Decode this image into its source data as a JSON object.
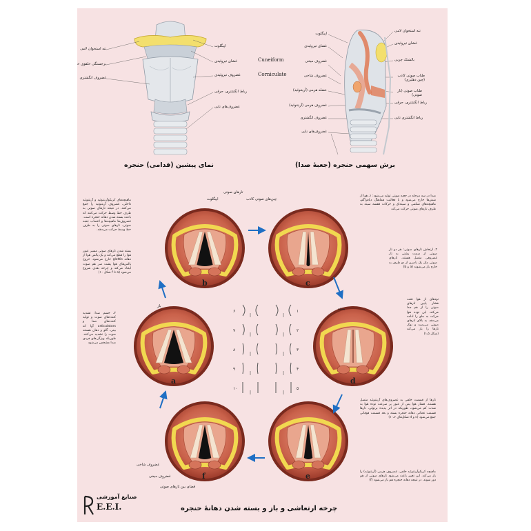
{
  "titles": {
    "front": "نمای پیشین (قدامی) حنجره",
    "sagittal": "برش سهمی حنجره (جعبهٔ صدا)",
    "cycle": "چرخه ارتعاشی و باز و بسته شدن دهانهٔ حنجره"
  },
  "front_labels": {
    "hyoid": "تنه استخوان لامی",
    "cricothyroid_lig": "برجستگی حلقوی حنجره",
    "cricoid_left": "غضروف انگشتری",
    "epiglottis": "اپیگلوت",
    "thyrohyoid_membrane": "غشای تیروئیدی",
    "thyroid_cartilage": "غضروف تیروئیدی",
    "cricothyroid": "رباط انگشتری، حرقی",
    "tracheal": "غضروف‌های نایی"
  },
  "sagittal_labels": {
    "epiglottis": "اپیگلوت",
    "thyroid_membrane": "غشای تیروئیدی",
    "cuneiform_fa": "غضروف میخی",
    "cuneiform_en": "Cuneiform",
    "corniculate_fa": "غضروف شاخی",
    "corniculate_en": "Corniculate",
    "arytenoid_muscle": "عضله هرمی (آریتنوئید)",
    "arytenoid": "غضروف هرمی (آریتنوئید)",
    "cricoid": "غضروف انگشتری",
    "tracheal": "غضروف‌های نایی",
    "hyoid": "تنه استخوان لامی",
    "thyrohyoid": "غشای تیروئیدی",
    "fat_pad": "بالشتک چربی",
    "false_cords": "طناب صوتی کاذب (چین دهلیزی)",
    "true_cords": "طناب صوتی (تار صوتی)",
    "cricothyroid_lig": "رباط انگشتری، حرقی",
    "cricotracheal": "رباط انگشتری نایی"
  },
  "circle_labels": {
    "epiglottis": "اپیگلوت",
    "vocal_folds": "تارهای صوتی",
    "false_folds": "چین‌های صوتی کاذب",
    "open": "باز",
    "closed": "بسته",
    "corniculate": "غضروف شاخی",
    "cuneiform": "غضروف میخی",
    "glottis_space": "فضای بین تارهای صوتی"
  },
  "circles": {
    "a": "a",
    "b": "b",
    "c": "c",
    "d": "d",
    "e": "e",
    "f": "f"
  },
  "cycle_numbers": [
    "۱",
    "۲",
    "۳",
    "۴",
    "۵",
    "۶",
    "۷",
    "۸",
    "۹",
    "۱۰"
  ],
  "paragraphs": {
    "top_left": "ماهیچه‌های کریکوآریتنوئید و آریتنوئید داخلی، غضروف آریتنوئید را جمع می‌کنند. در نتیجه تارهای صوتی به طرف خط وسط حرکت می‌کنند که باعث بسته شدن دهانه حنجره است. غضروف‌ها ماهیچه‌ها و اعصاب جعبه صوتی، تارهای صوتی را به طرف خط وسط حرکت می‌دهند.",
    "mid_left": "بسته شدن تارهای صوتی مسیر عبور هوا را قطع می‌کند و یک پالس هوا از دهانه glottis خارج می‌شود. خروج پالس‌های هوا پشت سر هم صوت ایجاد می‌کند و چرخه بعدی شروع می‌شود (a تا f شکل ۱۰)",
    "lower_left": "۳ـ جسم صدا: تشدید کننده‌های صوت و تولید کننده‌های صدا و articulators آوا که بینی، گلو و دهان هستند صوت را تشدید می‌کنند. طوریکه ویژگی‌های فردی صدا مشخص می‌شود",
    "top_right": "صدا در سه مرحله در جعبه صوتی تولید می‌شود: ۱ـ هوا از شش‌ها خارج می‌شود و با فعالیت هماهنگ دیافراگم، ماهیچه‌های شکمی و سینه‌ای و حرکات قفسه سینه به طرف تارهای صوتی حرکت می‌کند",
    "mid_right": "۲ـ ارتعاش تارهای صوتی: هر دو تار صوتی از سمت پشتی به تار غضروفی متصل هستند. تارهای صوتی مثل یک بادبزن از دو طرف به خارج باز می‌شوند (a و b)",
    "lower_mid_right": "تودهای از هوا تحت فشار پایین تارهای صوتی را از هم جدا می‌کند. این توده هوا حرکت به جلو را ادامه می‌دهد، به بالای تارهای صوتی می‌رسد و نوک تارها را باز می‌کند (شکل ۵ـ۱)",
    "right_lower": "تارها از قسمت خلفی به غضروف‌های آریتنوئید متصل هستند. فشار هوا پس از عبور پر سرعت توده هوا به شدت کم می‌شود، طوریکه در اثر پدیده برنولی، تارها قسمت تحتانی دهانه حنجره بسته و بعد قسمت فوقانی جمع می‌شود (c و d شکل‌های ۶ـ۱۰)",
    "bottom_right": "ماهیچه کریکوآریتنوئید خلفی، غضروف هرمی (آریتنوئید) را باز می‌کند. این تغییر باعث می‌شود تارهای صوتی از هم دور شوند. در نتیجه دهانه حنجره هم باز می‌شود (f)"
  },
  "brand": {
    "fa": "صنایع آموزشی",
    "en": "E.E.I."
  }
}
